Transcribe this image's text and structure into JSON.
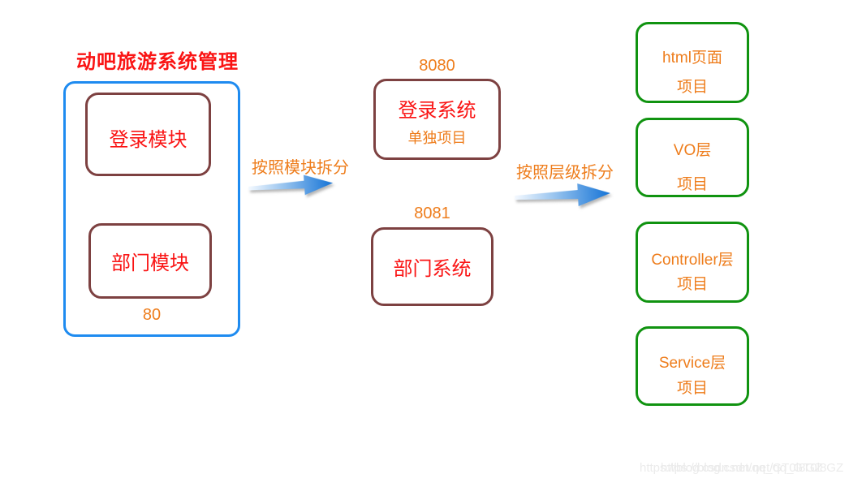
{
  "title": "动吧旅游系统管理",
  "left_panel": {
    "modules": [
      {
        "label": "登录模块"
      },
      {
        "label": "部门模块"
      }
    ],
    "port": "80"
  },
  "arrows": [
    {
      "label": "按照模块拆分"
    },
    {
      "label": "按照层级拆分"
    }
  ],
  "systems": [
    {
      "port": "8080",
      "name": "登录系统",
      "note": "单独项目"
    },
    {
      "port": "8081",
      "name": "部门系统"
    }
  ],
  "layers": [
    {
      "line1": "html页面",
      "line2": "项目"
    },
    {
      "line1": "VO层",
      "line2": "项目"
    },
    {
      "line1": "Controller层",
      "line2": "项目"
    },
    {
      "line1": "Service层",
      "line2": "项目"
    }
  ],
  "watermark": {
    "text": "https://blog.csdn.net/qq_GT0l8GZ"
  },
  "colors": {
    "title_red": "#fa1414",
    "orange": "#ee7d1c",
    "container_blue": "#1e8bf0",
    "module_border": "#7d4141",
    "layer_border": "#109310",
    "arrow_blue": "#1473d6",
    "watermark_gray": "#ebebeb"
  }
}
